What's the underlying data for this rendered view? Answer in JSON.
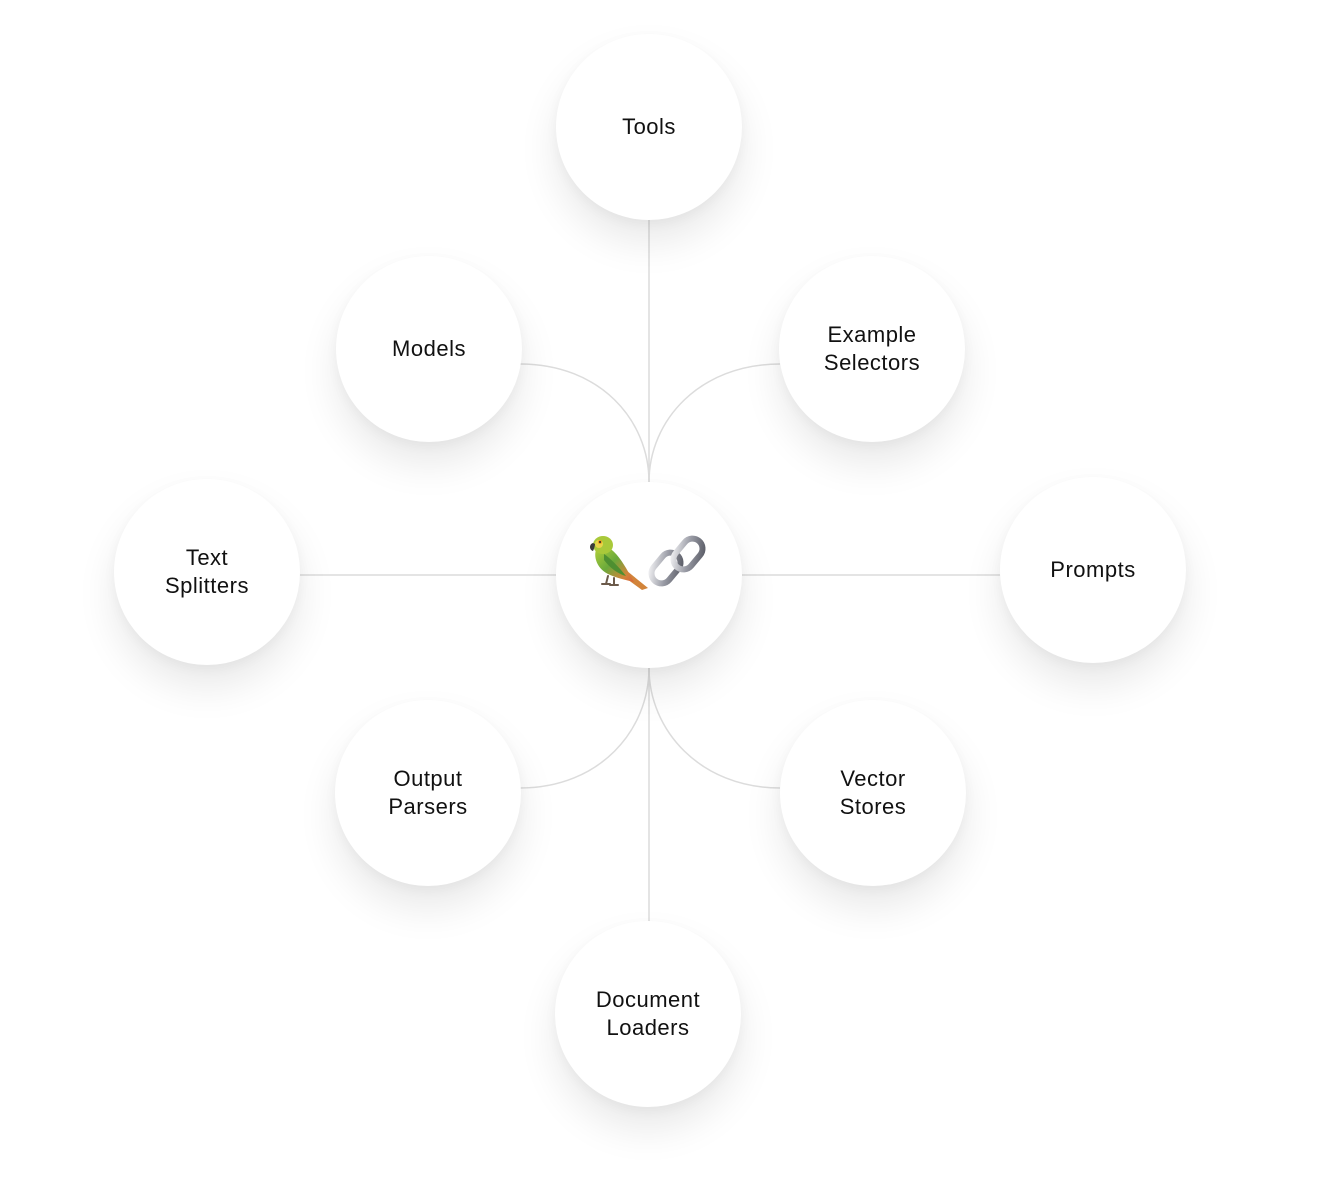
{
  "diagram": {
    "center": {
      "icons": [
        "parrot-icon",
        "chain-link-icon"
      ]
    },
    "nodes": {
      "tools": "Tools",
      "models": "Models",
      "example_selectors": "Example\nSelectors",
      "text_splitters": "Text\nSplitters",
      "prompts": "Prompts",
      "output_parsers": "Output\nParsers",
      "vector_stores": "Vector\nStores",
      "document_loaders": "Document\nLoaders"
    },
    "colors": {
      "connector": "#dcdcdc",
      "node_background": "#ffffff",
      "label": "#111111"
    }
  }
}
